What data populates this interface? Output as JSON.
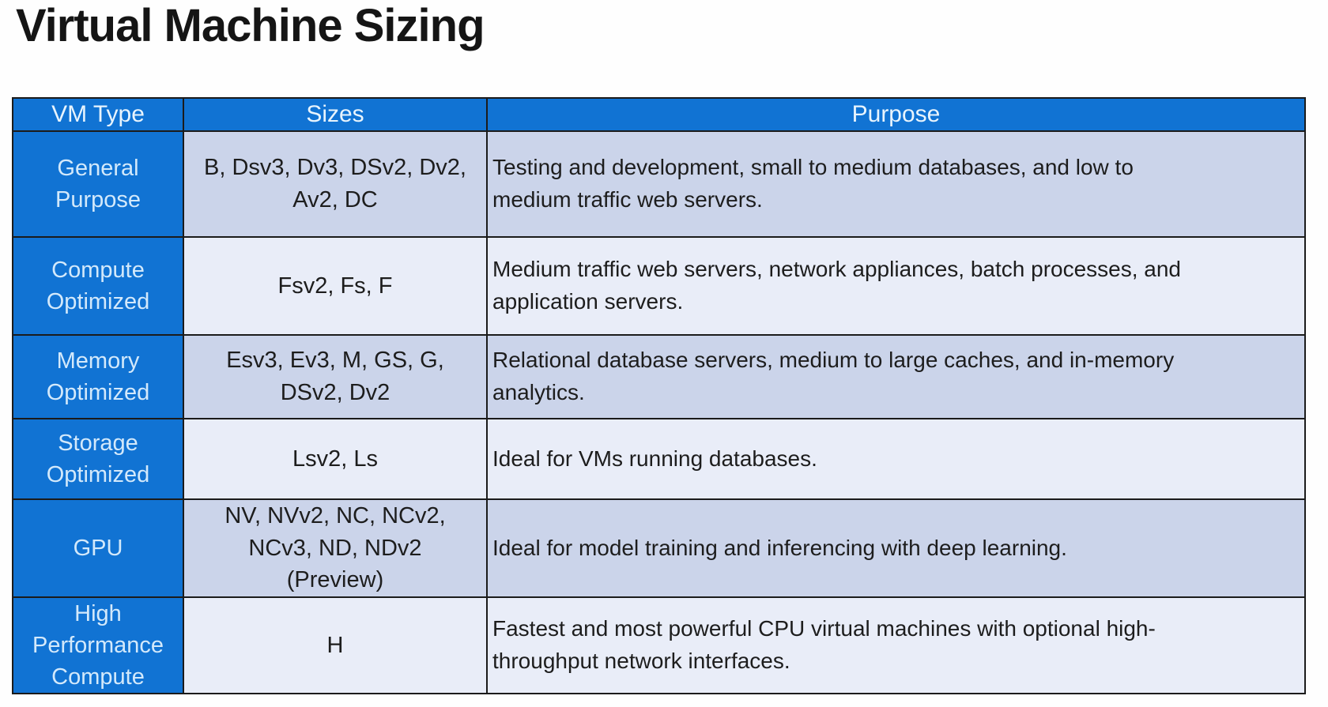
{
  "page": {
    "title": "Virtual Machine Sizing"
  },
  "colors": {
    "accent_blue": "#1173d3",
    "blue_cell_text": "#d3e9fb",
    "band_dark": "#cbd4ea",
    "band_light": "#e9edf8",
    "border": "#1b1b1b",
    "body_text": "#1d1d1d",
    "title_text": "#151515"
  },
  "table": {
    "columns": [
      "VM Type",
      "Sizes",
      "Purpose"
    ],
    "rows": [
      {
        "type": "General Purpose",
        "sizes": "B, Dsv3, Dv3, DSv2, Dv2,\nAv2, DC",
        "purpose": "Testing and development, small to medium databases, and low to\nmedium traffic web servers."
      },
      {
        "type": "Compute Optimized",
        "sizes": "Fsv2, Fs, F",
        "purpose": "Medium traffic web servers, network appliances, batch processes, and\napplication servers."
      },
      {
        "type": "Memory Optimized",
        "sizes": "Esv3, Ev3, M, GS, G,\nDSv2, Dv2",
        "purpose": "Relational database servers, medium to large caches, and in-memory\nanalytics."
      },
      {
        "type": "Storage Optimized",
        "sizes": "Lsv2, Ls",
        "purpose": "Ideal for VMs running databases."
      },
      {
        "type": "GPU",
        "sizes": "NV, NVv2, NC, NCv2,\nNCv3, ND, NDv2\n(Preview)",
        "purpose": "Ideal for model training and inferencing with deep learning."
      },
      {
        "type": "High Performance Compute",
        "sizes": "H",
        "purpose": "Fastest and most powerful CPU virtual machines with optional high-\nthroughput network interfaces."
      }
    ]
  }
}
